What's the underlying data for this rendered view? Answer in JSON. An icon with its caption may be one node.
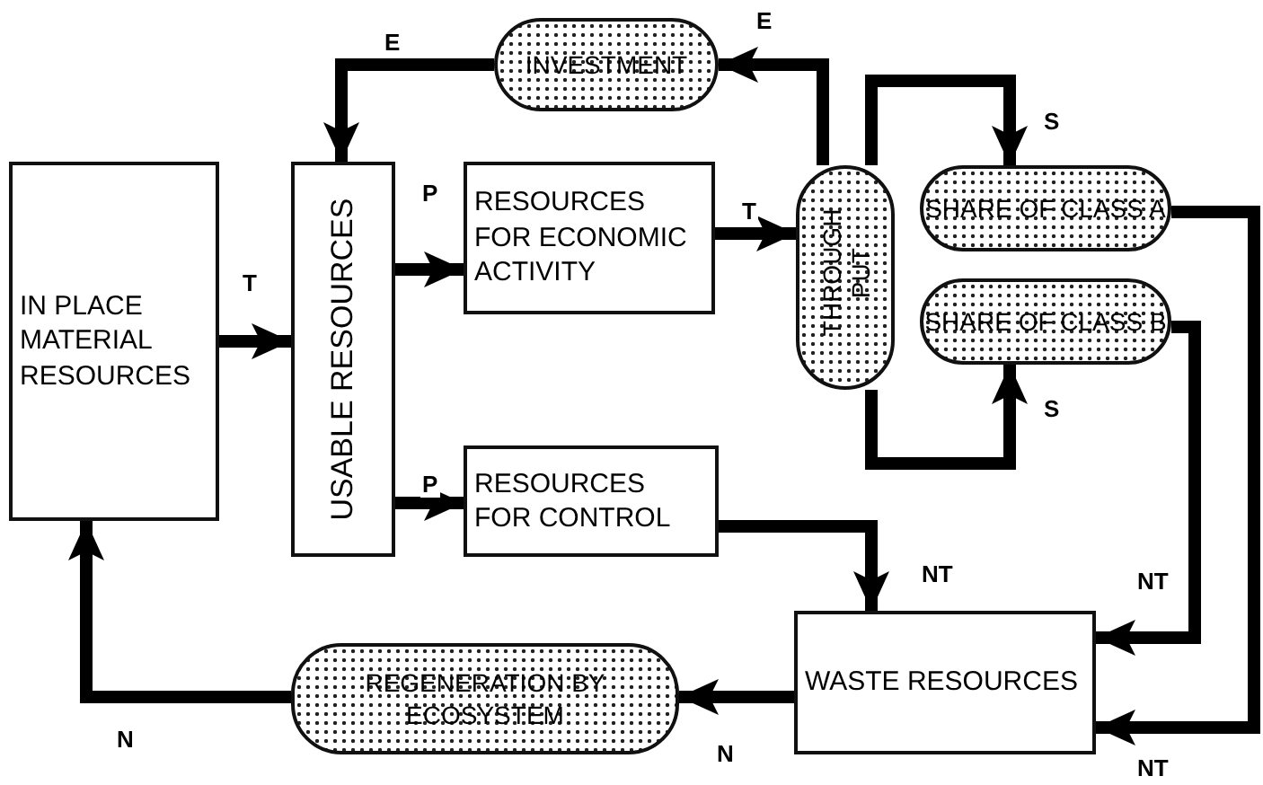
{
  "diagram": {
    "nodes": [
      {
        "text": [
          "IN PLACE MATERIAL RESOURCES"
        ]
      },
      {
        "text": [
          "USABLE RESOURCES"
        ]
      },
      {
        "text": [
          "INVESTMENT"
        ]
      },
      {
        "text": [
          "RESOURCES FOR ECONOMIC ACTIVITY"
        ]
      },
      {
        "text": [
          "THROUGH PUT"
        ]
      },
      {
        "text": [
          "SHARE OF CLASS A"
        ]
      },
      {
        "text": [
          "SHARE OF CLASS B"
        ]
      },
      {
        "text": [
          "RESOURCES FOR CONTROL"
        ]
      },
      {
        "text": [
          "WASTE RESOURCES"
        ]
      },
      {
        "text": [
          "REGENERATION BY ECOSYSTEM"
        ]
      }
    ],
    "edges": [
      {
        "from": 0,
        "to": 1,
        "arrow": "to",
        "label": "T"
      },
      {
        "from": 1,
        "to": 3,
        "arrow": "to",
        "label": "P"
      },
      {
        "from": 1,
        "to": 7,
        "arrow": "to",
        "label": "P"
      },
      {
        "from": 3,
        "to": 4,
        "arrow": "to",
        "label": "T"
      },
      {
        "from": 4,
        "to": 2,
        "arrow": "to",
        "label": "E"
      },
      {
        "from": 2,
        "to": 1,
        "arrow": "to",
        "label": "E"
      },
      {
        "from": 4,
        "to": 5,
        "arrow": "to",
        "label": "S"
      },
      {
        "from": 4,
        "to": 6,
        "arrow": "to",
        "label": "S"
      },
      {
        "from": 7,
        "to": 8,
        "arrow": "to",
        "label": "NT"
      },
      {
        "from": 6,
        "to": 8,
        "arrow": "to",
        "label": "NT"
      },
      {
        "from": 5,
        "to": 8,
        "arrow": "to",
        "label": "NT"
      },
      {
        "from": 8,
        "to": 9,
        "arrow": "to",
        "label": "N"
      },
      {
        "from": 9,
        "to": 0,
        "arrow": "to",
        "label": "N"
      }
    ]
  }
}
